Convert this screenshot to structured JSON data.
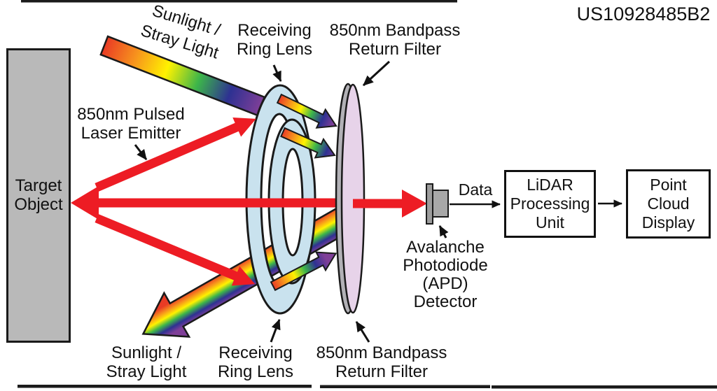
{
  "patent_number": "US10928485B2",
  "colors": {
    "laser_red": "#ed1c24",
    "lens_blue": "#c9e2ee",
    "filter_pink": "#e7d3e9",
    "filter_rim_gray": "#b2b1b6",
    "target_gray": "#b9b9b9",
    "apd_plate_gray": "#9c9c9c",
    "apd_body_gray": "#a8a8a8",
    "outline_black": "#1a1a1a",
    "spectrum": [
      "#e93b25",
      "#f7941d",
      "#fff200",
      "#3cb54a",
      "#2e3192",
      "#7f3f98"
    ]
  },
  "diagram": {
    "target_object": "Target\nObject",
    "sunlight_stray_top": "Sunlight /\nStray Light",
    "laser_emitter": "850nm Pulsed\nLaser Emitter",
    "ring_lens_top": "Receiving\nRing Lens",
    "bandpass_top": "850nm Bandpass\nReturn Filter",
    "sunlight_stray_bottom": "Sunlight /\nStray Light",
    "ring_lens_bottom": "Receiving\nRing Lens",
    "bandpass_bottom": "850nm Bandpass\nReturn Filter",
    "apd_detector": "Avalanche\nPhotodiode\n(APD)\nDetector",
    "data_label": "Data",
    "lidar_processing_unit": "LiDAR\nProcessing\nUnit",
    "point_cloud_display": "Point\nCloud\nDisplay"
  }
}
